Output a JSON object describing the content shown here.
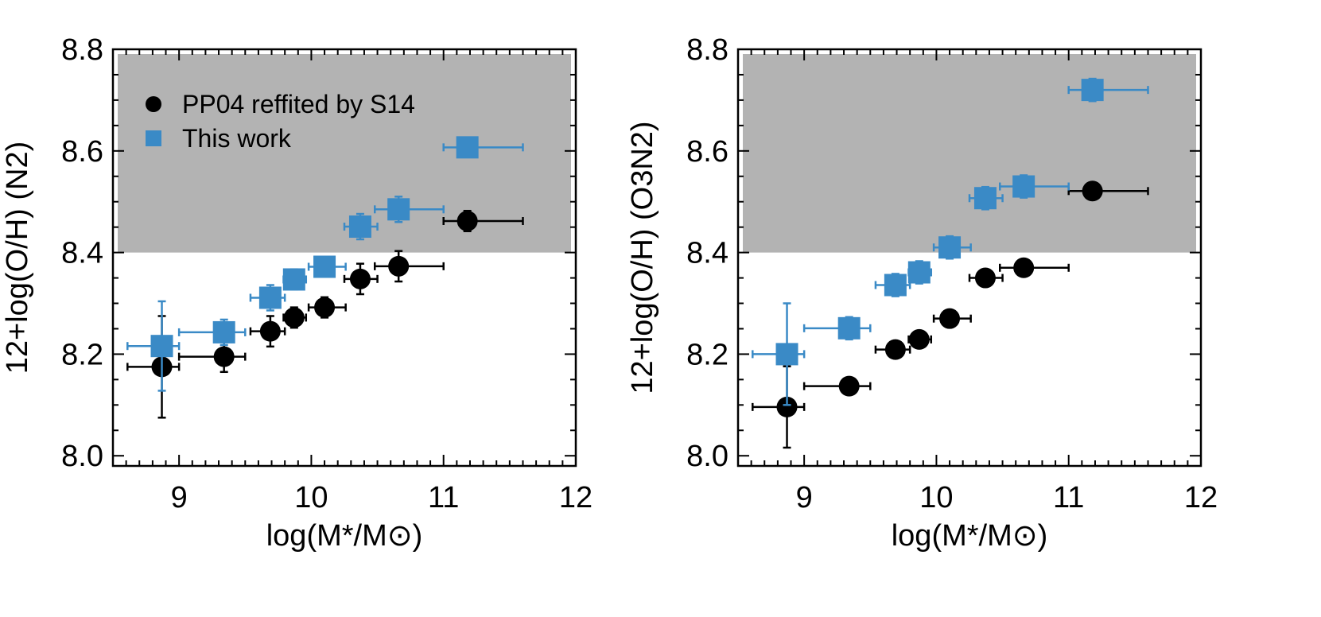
{
  "chart_data": [
    {
      "type": "scatter",
      "panel": "left",
      "xlabel": "log(M*/M⊙)",
      "ylabel": "12+log(O/H) (N2)",
      "xlim": [
        8.5,
        12.0
      ],
      "ylim": [
        7.98,
        8.8
      ],
      "xticks": [
        "9",
        "10",
        "11",
        "12"
      ],
      "yticks": [
        "8.0",
        "8.2",
        "8.4",
        "8.6",
        "8.8"
      ],
      "grid": false,
      "shaded_region": {
        "y_from": 8.4,
        "y_to": 8.8,
        "color": "#b3b3b3"
      },
      "legend": {
        "placement": "top-left",
        "entries": [
          {
            "label": "PP04 reffited by S14",
            "marker": "circle",
            "color": "#000000"
          },
          {
            "label": "This work",
            "marker": "square",
            "color": "#3a8ac6"
          }
        ]
      },
      "series": [
        {
          "marker": "circle",
          "color": "#000000",
          "points": [
            {
              "x": 8.87,
              "y": 8.175,
              "xerr": [
                0.26,
                0.13
              ],
              "yerr": 0.1
            },
            {
              "x": 9.34,
              "y": 8.195,
              "xerr": [
                0.34,
                0.16
              ],
              "yerr": 0.03
            },
            {
              "x": 9.69,
              "y": 8.245,
              "xerr": [
                0.15,
                0.11
              ],
              "yerr": 0.03
            },
            {
              "x": 9.87,
              "y": 8.272,
              "xerr": [
                0.08,
                0.09
              ],
              "yerr": 0.02
            },
            {
              "x": 10.1,
              "y": 8.292,
              "xerr": [
                0.12,
                0.16
              ],
              "yerr": 0.02
            },
            {
              "x": 10.37,
              "y": 8.348,
              "xerr": [
                0.12,
                0.13
              ],
              "yerr": 0.03
            },
            {
              "x": 10.66,
              "y": 8.373,
              "xerr": [
                0.18,
                0.34
              ],
              "yerr": 0.03
            },
            {
              "x": 11.18,
              "y": 8.462,
              "xerr": [
                0.18,
                0.42
              ],
              "yerr": 0.02
            }
          ]
        },
        {
          "marker": "square",
          "color": "#3a8ac6",
          "points": [
            {
              "x": 8.87,
              "y": 8.216,
              "xerr": [
                0.26,
                0.13
              ],
              "yerr": 0.088
            },
            {
              "x": 9.34,
              "y": 8.243,
              "xerr": [
                0.34,
                0.16
              ],
              "yerr": 0.025
            },
            {
              "x": 9.69,
              "y": 8.311,
              "xerr": [
                0.15,
                0.11
              ],
              "yerr": 0.025
            },
            {
              "x": 9.87,
              "y": 8.347,
              "xerr": [
                0.08,
                0.09
              ],
              "yerr": 0.02
            },
            {
              "x": 10.1,
              "y": 8.372,
              "xerr": [
                0.12,
                0.16
              ],
              "yerr": 0.015
            },
            {
              "x": 10.37,
              "y": 8.451,
              "xerr": [
                0.12,
                0.13
              ],
              "yerr": 0.025
            },
            {
              "x": 10.66,
              "y": 8.485,
              "xerr": [
                0.18,
                0.34
              ],
              "yerr": 0.025
            },
            {
              "x": 11.18,
              "y": 8.607,
              "xerr": [
                0.18,
                0.42
              ],
              "yerr": 0.015
            }
          ]
        }
      ]
    },
    {
      "type": "scatter",
      "panel": "right",
      "xlabel": "log(M*/M⊙)",
      "ylabel": "12+log(O/H) (O3N2)",
      "xlim": [
        8.5,
        12.0
      ],
      "ylim": [
        7.98,
        8.8
      ],
      "xticks": [
        "9",
        "10",
        "11",
        "12"
      ],
      "yticks": [
        "8.0",
        "8.2",
        "8.4",
        "8.6",
        "8.8"
      ],
      "grid": false,
      "shaded_region": {
        "y_from": 8.4,
        "y_to": 8.8,
        "color": "#b3b3b3"
      },
      "series": [
        {
          "marker": "circle",
          "color": "#000000",
          "points": [
            {
              "x": 8.87,
              "y": 8.096,
              "xerr": [
                0.26,
                0.13
              ],
              "yerr": 0.08
            },
            {
              "x": 9.34,
              "y": 8.137,
              "xerr": [
                0.34,
                0.16
              ],
              "yerr": 0.015
            },
            {
              "x": 9.69,
              "y": 8.209,
              "xerr": [
                0.15,
                0.11
              ],
              "yerr": 0.015
            },
            {
              "x": 9.87,
              "y": 8.229,
              "xerr": [
                0.08,
                0.09
              ],
              "yerr": 0.015
            },
            {
              "x": 10.1,
              "y": 8.27,
              "xerr": [
                0.12,
                0.16
              ],
              "yerr": 0.015
            },
            {
              "x": 10.37,
              "y": 8.35,
              "xerr": [
                0.12,
                0.13
              ],
              "yerr": 0.015
            },
            {
              "x": 10.66,
              "y": 8.37,
              "xerr": [
                0.18,
                0.34
              ],
              "yerr": 0.015
            },
            {
              "x": 11.18,
              "y": 8.521,
              "xerr": [
                0.18,
                0.42
              ],
              "yerr": 0.015
            }
          ]
        },
        {
          "marker": "square",
          "color": "#3a8ac6",
          "points": [
            {
              "x": 8.87,
              "y": 8.2,
              "xerr": [
                0.26,
                0.13
              ],
              "yerr": 0.1
            },
            {
              "x": 9.34,
              "y": 8.251,
              "xerr": [
                0.34,
                0.16
              ],
              "yerr": 0.022
            },
            {
              "x": 9.69,
              "y": 8.336,
              "xerr": [
                0.15,
                0.11
              ],
              "yerr": 0.022
            },
            {
              "x": 9.87,
              "y": 8.361,
              "xerr": [
                0.08,
                0.09
              ],
              "yerr": 0.022
            },
            {
              "x": 10.1,
              "y": 8.41,
              "xerr": [
                0.12,
                0.16
              ],
              "yerr": 0.022
            },
            {
              "x": 10.37,
              "y": 8.507,
              "xerr": [
                0.12,
                0.13
              ],
              "yerr": 0.022
            },
            {
              "x": 10.66,
              "y": 8.53,
              "xerr": [
                0.18,
                0.34
              ],
              "yerr": 0.022
            },
            {
              "x": 11.18,
              "y": 8.72,
              "xerr": [
                0.18,
                0.42
              ],
              "yerr": 0.022
            }
          ]
        }
      ]
    }
  ]
}
